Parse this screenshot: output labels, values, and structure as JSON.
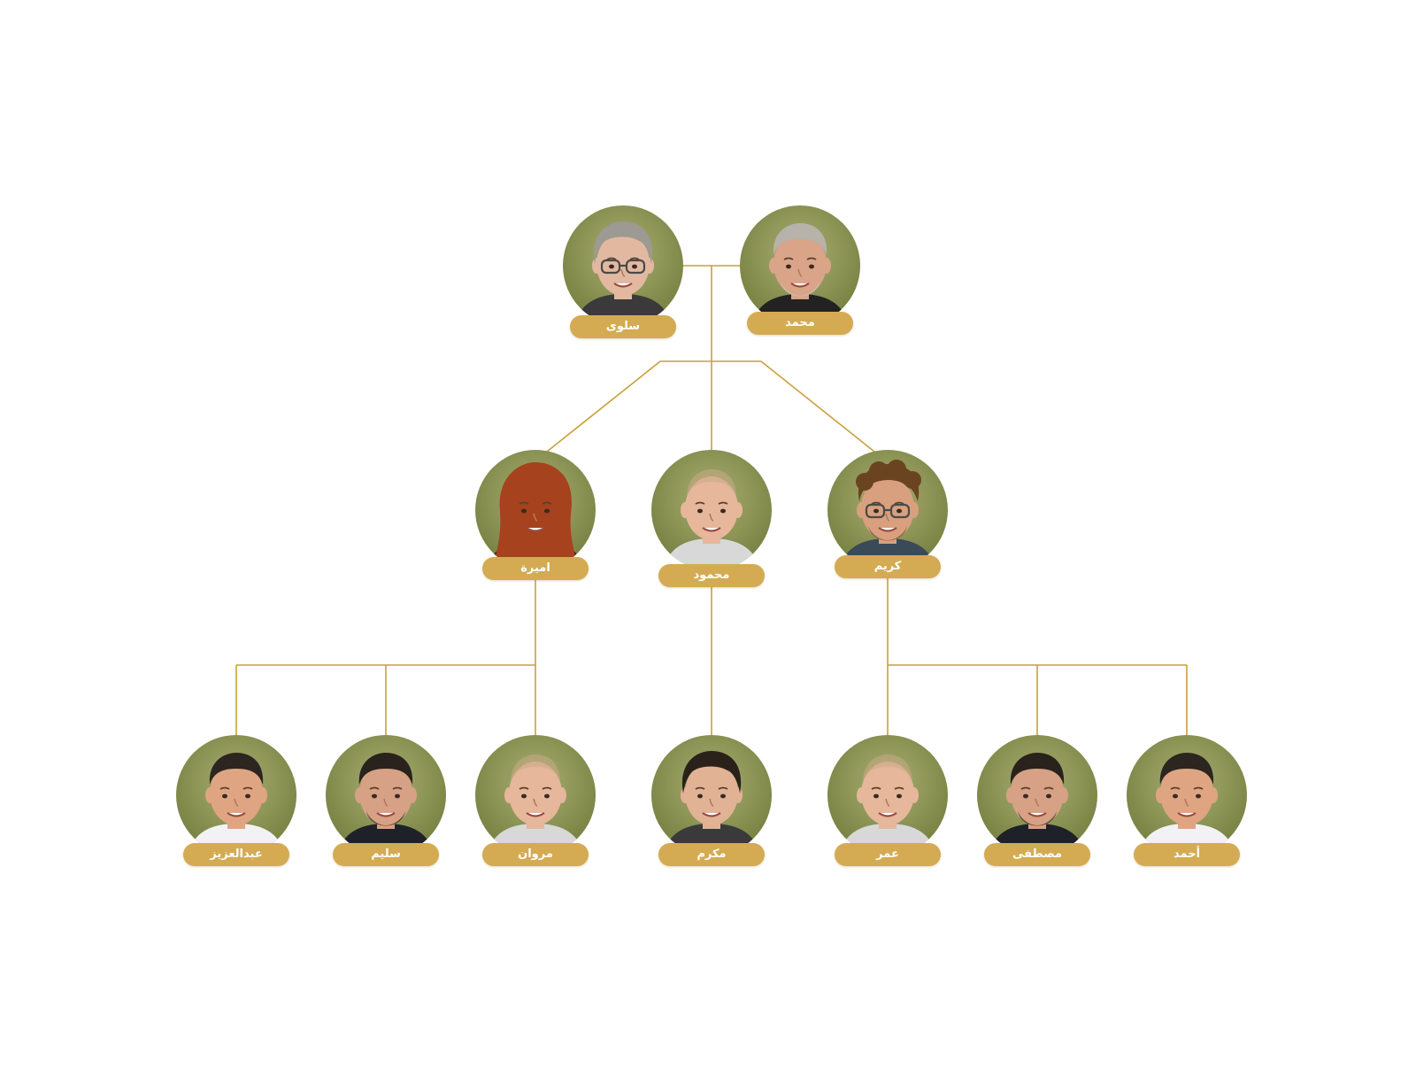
{
  "colors": {
    "connector": "#c9a03a",
    "name_pill": "#d4ab52",
    "name_text": "#ffffff",
    "background": "#ffffff"
  },
  "tree": {
    "parents": [
      {
        "id": "salwa",
        "name": "سلوى",
        "portrait": "elderly-woman-glasses"
      },
      {
        "id": "mohamed",
        "name": "محمد",
        "portrait": "elderly-man-gray-hair"
      }
    ],
    "children": [
      {
        "id": "amira",
        "name": "اميرة",
        "portrait": "woman-red-hair"
      },
      {
        "id": "mahmoud",
        "name": "محمود",
        "portrait": "bald-man-light-bg"
      },
      {
        "id": "karim",
        "name": "كريم",
        "portrait": "man-curly-hair-glasses"
      }
    ],
    "grandchildren": [
      {
        "id": "abdelaziz",
        "name": "عبدالعزيز",
        "portrait": "smiling-man-dark-hair",
        "parent": "amira"
      },
      {
        "id": "salim",
        "name": "سليم",
        "portrait": "bearded-man-dark-hair",
        "parent": "amira"
      },
      {
        "id": "marwan",
        "name": "مروان",
        "portrait": "bald-man-light-bg",
        "parent": "amira"
      },
      {
        "id": "mokarram",
        "name": "مكرم",
        "portrait": "young-man-dark-hair",
        "parent": "mahmoud"
      },
      {
        "id": "omar",
        "name": "عمر",
        "portrait": "bald-man-light-bg",
        "parent": "karim"
      },
      {
        "id": "mostafa",
        "name": "مصطفى",
        "portrait": "bearded-man-dark-hair",
        "parent": "karim"
      },
      {
        "id": "ahmed",
        "name": "أحمد",
        "portrait": "smiling-man-dark-hair",
        "parent": "karim"
      }
    ]
  }
}
